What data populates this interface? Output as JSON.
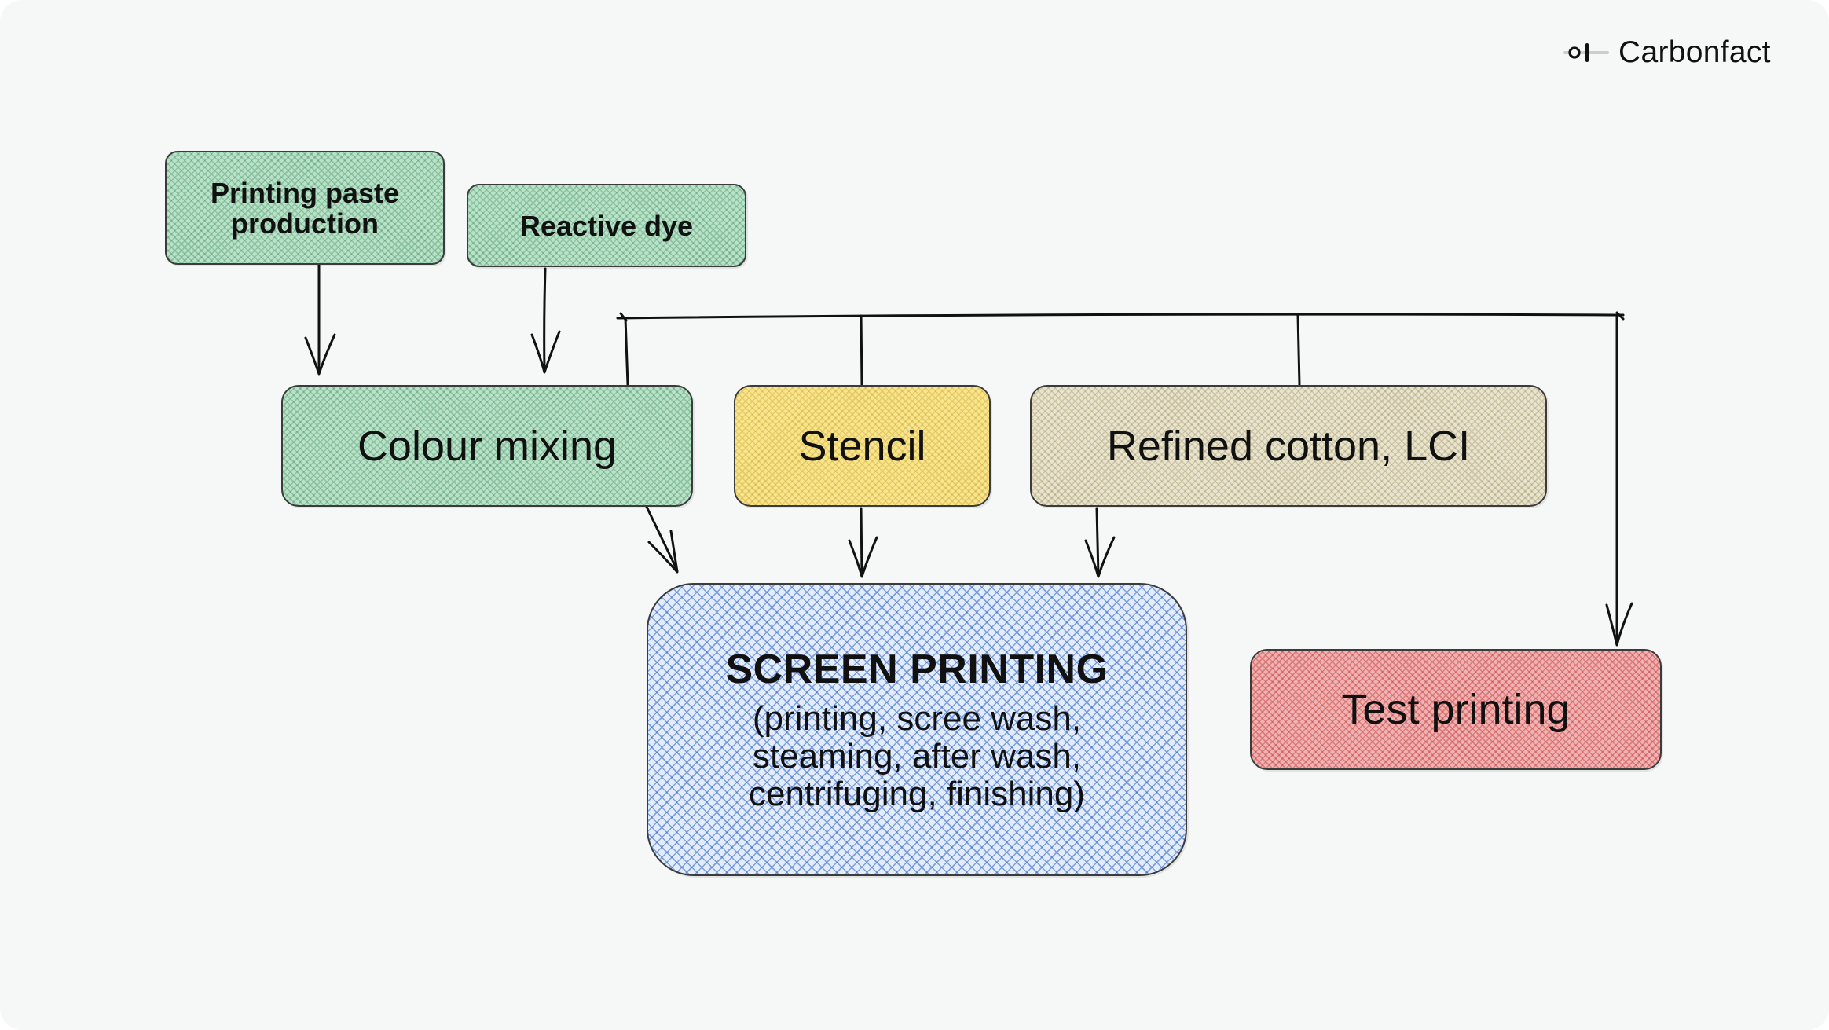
{
  "brand": {
    "name": "Carbonfact",
    "mark_icon": "carbonfact-logo-icon"
  },
  "diagram": {
    "nodes": {
      "printing_paste": {
        "label": "Printing paste\nproduction"
      },
      "reactive_dye": {
        "label": "Reactive dye"
      },
      "colour_mixing": {
        "label": "Colour mixing"
      },
      "stencil": {
        "label": "Stencil"
      },
      "refined_cotton": {
        "label": "Refined cotton, LCI"
      },
      "screen_printing": {
        "title": "SCREEN PRINTING",
        "subtitle": "(printing, scree wash,\nsteaming, after wash,\ncentrifuging, finishing)"
      },
      "test_printing": {
        "label": "Test printing"
      }
    },
    "edges": [
      {
        "from": "printing_paste",
        "to": "colour_mixing"
      },
      {
        "from": "reactive_dye",
        "to": "colour_mixing"
      },
      {
        "from": "colour_mixing",
        "to": "screen_printing"
      },
      {
        "from": "stencil",
        "to": "screen_printing"
      },
      {
        "from": "refined_cotton",
        "to": "screen_printing"
      },
      {
        "from": "colour_mixing",
        "to": "test_printing",
        "via": "top-bus"
      },
      {
        "from": "stencil",
        "to": "test_printing",
        "via": "top-bus"
      },
      {
        "from": "refined_cotton",
        "to": "test_printing",
        "via": "top-bus"
      }
    ],
    "colors": {
      "green": "#b9e2c8",
      "yellow": "#fbe58c",
      "beige": "#e9e4ce",
      "blue": "#3a6fd8",
      "red": "#f0b3b3",
      "stroke": "#111111"
    }
  }
}
